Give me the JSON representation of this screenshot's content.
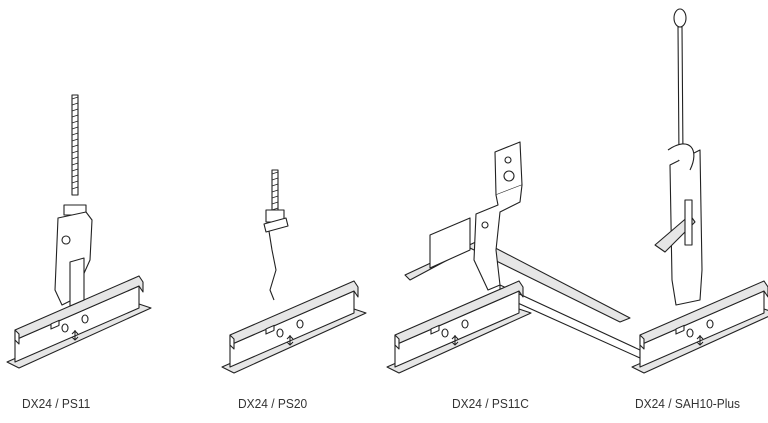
{
  "figures": [
    {
      "label": "DX24 / PS11"
    },
    {
      "label": "DX24 / PS20"
    },
    {
      "label": "DX24 / PS11C"
    },
    {
      "label": "DX24 / SAH10-Plus"
    }
  ]
}
